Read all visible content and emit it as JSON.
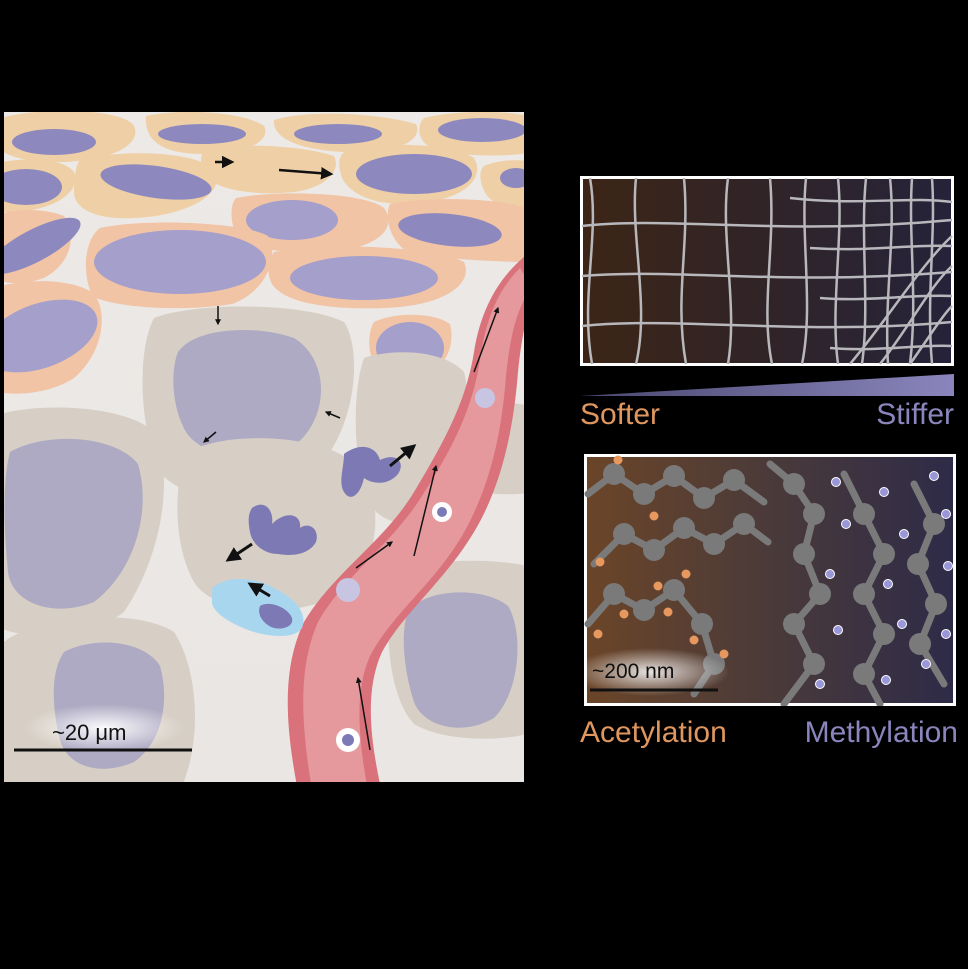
{
  "labels": {
    "softer": "Softer",
    "stiffer": "Stiffer",
    "acetylation": "Acetylation",
    "methylation": "Methylation",
    "scale_micro": "~20 μm",
    "scale_nano": "~200 nm"
  },
  "colors": {
    "background": "#000000",
    "softer": "#e0975f",
    "stiffer": "#8a86bd",
    "nucleus": "#8c88bf",
    "vessel": "#d9727a",
    "acetyl_dot": "#e7985e",
    "methyl_dot": "#9a97d8",
    "chromatin": "#7a7a7a"
  },
  "icons": {
    "immune_cell": "immune-cell-icon",
    "migrating_cell": "migrating-cell-icon",
    "arrow": "arrow-icon"
  }
}
